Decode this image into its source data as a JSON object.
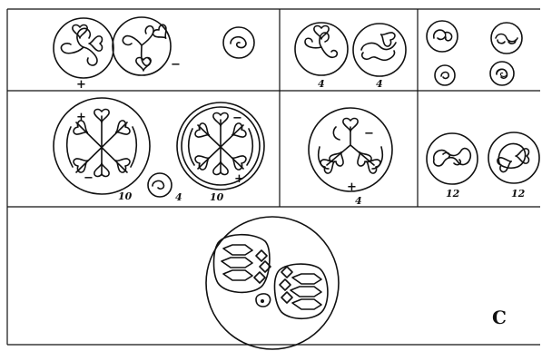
{
  "figure": {
    "panel_label": "C",
    "labels": {
      "p1_sign_plus": "+",
      "p1_sign_minus": "−",
      "p2_left_count": "4",
      "p2_right_count": "4",
      "p4_sign_tl": "+",
      "p4_sign_bl": "−",
      "p4_sign_tr": "−",
      "p4_sign_br": "+",
      "p4_count_left": "10",
      "p4_count_small": "4",
      "p4_count_right": "10",
      "p5_sign_top": "−",
      "p5_sign_bottom": "+",
      "p5_count": "4",
      "p6_left_count": "12",
      "p6_right_count": "12"
    }
  }
}
